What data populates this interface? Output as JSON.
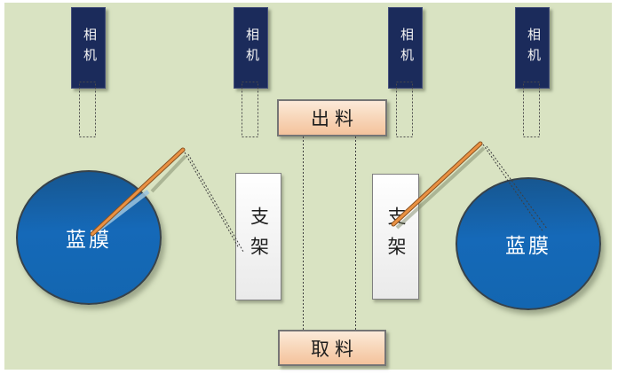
{
  "diagram": {
    "background_color": "#d9e3c2",
    "cameras": [
      {
        "label": "相机"
      },
      {
        "label": "相机"
      },
      {
        "label": "相机"
      },
      {
        "label": "相机"
      }
    ],
    "camera_color": "#1b2b5b",
    "stations": {
      "output": {
        "label": "出料"
      },
      "pickup": {
        "label": "取料"
      },
      "fill_color": "#f6cda9"
    },
    "brackets": [
      {
        "label": "支架"
      },
      {
        "label": "支架"
      }
    ],
    "films": [
      {
        "label": "蓝膜"
      },
      {
        "label": "蓝膜"
      }
    ],
    "film_color": "#1467b2",
    "arm_color": "#ea9143"
  }
}
